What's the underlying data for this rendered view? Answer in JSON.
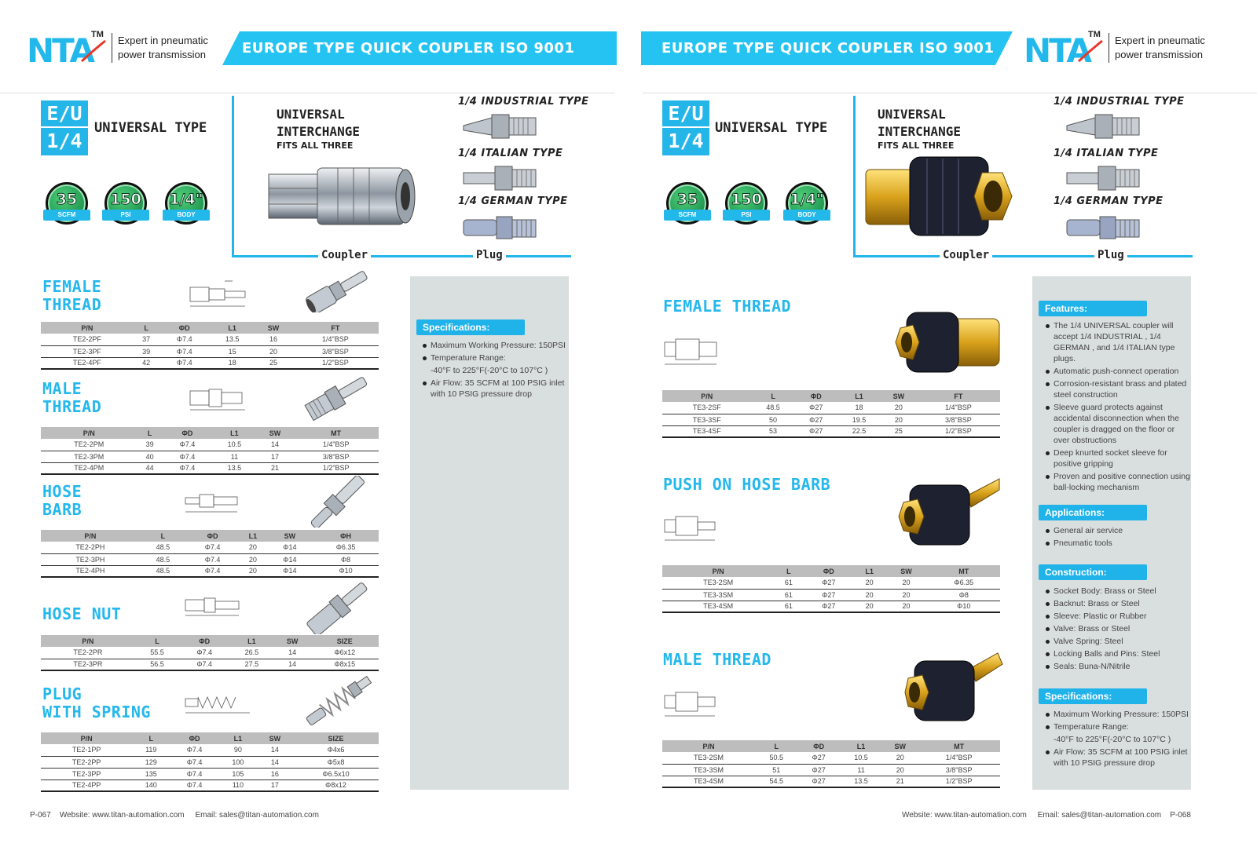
{
  "header": {
    "brand": "NTA",
    "tm": "TM",
    "tagline1": "Expert in pneumatic",
    "tagline2": "power transmission",
    "banner_left": "EUROPE TYPE QUICK COUPLER  ISO 9001",
    "banner_right": "EUROPE TYPE QUICK COUPLER  ISO 9001"
  },
  "colors": {
    "accent": "#24b8ec",
    "panel": "#d9dede",
    "header_gray": "#bdbdbd",
    "badge_green": "#1e9c4f"
  },
  "top": {
    "eu_line1": "E/U",
    "eu_line2": "1/4",
    "universal_type": "UNIVERSAL TYPE",
    "badges": [
      {
        "value": "35",
        "label": "SCFM"
      },
      {
        "value": "150",
        "label": "PSI"
      },
      {
        "value": "1/4\"",
        "label": "BODY"
      }
    ],
    "interchange1": "UNIVERSAL",
    "interchange2": "INTERCHANGE",
    "fits": "FITS ALL THREE",
    "types": [
      "1/4 INDUSTRIAL TYPE",
      "1/4 ITALIAN TYPE",
      "1/4 GERMAN TYPE"
    ],
    "coupler_label": "Coupler",
    "plug_label": "Plug"
  },
  "left": {
    "sections": [
      {
        "title1": "FEMALE",
        "title2": "THREAD",
        "headers": [
          "P/N",
          "L",
          "ΦD",
          "L1",
          "SW",
          "FT"
        ],
        "rows": [
          [
            "TE2-2PF",
            "37",
            "Φ7.4",
            "13.5",
            "16",
            "1/4\"BSP"
          ],
          [
            "TE2-3PF",
            "39",
            "Φ7.4",
            "15",
            "20",
            "3/8\"BSP"
          ],
          [
            "TE2-4PF",
            "42",
            "Φ7.4",
            "18",
            "25",
            "1/2\"BSP"
          ]
        ]
      },
      {
        "title1": "MALE",
        "title2": "THREAD",
        "headers": [
          "P/N",
          "L",
          "ΦD",
          "L1",
          "SW",
          "MT"
        ],
        "rows": [
          [
            "TE2-2PM",
            "39",
            "Φ7.4",
            "10.5",
            "14",
            "1/4\"BSP"
          ],
          [
            "TE2-3PM",
            "40",
            "Φ7.4",
            "11",
            "17",
            "3/8\"BSP"
          ],
          [
            "TE2-4PM",
            "44",
            "Φ7.4",
            "13.5",
            "21",
            "1/2\"BSP"
          ]
        ]
      },
      {
        "title1": "HOSE",
        "title2": "BARB",
        "headers": [
          "P/N",
          "L",
          "ΦD",
          "L1",
          "SW",
          "ΦH"
        ],
        "rows": [
          [
            "TE2-2PH",
            "48.5",
            "Φ7.4",
            "20",
            "Φ14",
            "Φ6.35"
          ],
          [
            "TE2-3PH",
            "48.5",
            "Φ7.4",
            "20",
            "Φ14",
            "Φ8"
          ],
          [
            "TE2-4PH",
            "48.5",
            "Φ7.4",
            "20",
            "Φ14",
            "Φ10"
          ]
        ]
      },
      {
        "title1": "HOSE NUT",
        "title2": "",
        "headers": [
          "P/N",
          "L",
          "ΦD",
          "L1",
          "SW",
          "SIZE"
        ],
        "rows": [
          [
            "TE2-2PR",
            "55.5",
            "Φ7.4",
            "26.5",
            "14",
            "Φ6x12"
          ],
          [
            "TE2-3PR",
            "56.5",
            "Φ7.4",
            "27.5",
            "14",
            "Φ8x15"
          ]
        ]
      },
      {
        "title1": "PLUG",
        "title2": "WITH SPRING",
        "headers": [
          "P/N",
          "L",
          "ΦD",
          "L1",
          "SW",
          "SIZE"
        ],
        "rows": [
          [
            "TE2-1PP",
            "119",
            "Φ7.4",
            "90",
            "14",
            "Φ4x6"
          ],
          [
            "TE2-2PP",
            "129",
            "Φ7.4",
            "100",
            "14",
            "Φ5x8"
          ],
          [
            "TE2-3PP",
            "135",
            "Φ7.4",
            "105",
            "16",
            "Φ6.5x10"
          ],
          [
            "TE2-4PP",
            "140",
            "Φ7.4",
            "110",
            "17",
            "Φ8x12"
          ]
        ]
      }
    ],
    "spec_title": "Specifications:",
    "spec_items": [
      {
        "text": "Maximum Working Pressure: 150PSI",
        "bullet": true
      },
      {
        "text": "Temperature Range:",
        "bullet": true
      },
      {
        "text": "-40°F to 225°F(-20°C to 107°C )",
        "bullet": false
      },
      {
        "text": "Air Flow: 35 SCFM at 100 PSIG inlet with 10 PSIG pressure drop",
        "bullet": true
      }
    ]
  },
  "right": {
    "sections": [
      {
        "title": "FEMALE THREAD",
        "headers": [
          "P/N",
          "L",
          "ΦD",
          "L1",
          "SW",
          "FT"
        ],
        "rows": [
          [
            "TE3-2SF",
            "48.5",
            "Φ27",
            "18",
            "20",
            "1/4\"BSP"
          ],
          [
            "TE3-3SF",
            "50",
            "Φ27",
            "19.5",
            "20",
            "3/8\"BSP"
          ],
          [
            "TE3-4SF",
            "53",
            "Φ27",
            "22.5",
            "25",
            "1/2\"BSP"
          ]
        ]
      },
      {
        "title": "PUSH ON HOSE BARB",
        "headers": [
          "P/N",
          "L",
          "ΦD",
          "L1",
          "SW",
          "MT"
        ],
        "rows": [
          [
            "TE3-2SM",
            "61",
            "Φ27",
            "20",
            "20",
            "Φ6.35"
          ],
          [
            "TE3-3SM",
            "61",
            "Φ27",
            "20",
            "20",
            "Φ8"
          ],
          [
            "TE3-4SM",
            "61",
            "Φ27",
            "20",
            "20",
            "Φ10"
          ]
        ]
      },
      {
        "title": "MALE THREAD",
        "headers": [
          "P/N",
          "L",
          "ΦD",
          "L1",
          "SW",
          "MT"
        ],
        "rows": [
          [
            "TE3-2SM",
            "50.5",
            "Φ27",
            "10.5",
            "20",
            "1/4\"BSP"
          ],
          [
            "TE3-3SM",
            "51",
            "Φ27",
            "11",
            "20",
            "3/8\"BSP"
          ],
          [
            "TE3-4SM",
            "54.5",
            "Φ27",
            "13.5",
            "21",
            "1/2\"BSP"
          ]
        ]
      }
    ],
    "features_title": "Features:",
    "features": [
      "The 1/4 UNIVERSAL coupler will accept 1/4 INDUSTRIAL , 1/4 GERMAN , and 1/4 ITALIAN type plugs.",
      "Automatic push-connect operation",
      "Corrosion-resistant brass and plated steel construction",
      "Sleeve guard protects against accidental disconnection when the coupler is dragged on the floor or over obstructions",
      "Deep knurted socket sleeve for positive gripping",
      "Proven and positive connection using ball-locking mechanism"
    ],
    "applications_title": "Applications:",
    "applications": [
      "General air service",
      "Pneumatic tools"
    ],
    "construction_title": "Construction:",
    "construction": [
      "Socket Body: Brass or Steel",
      "Backnut: Brass or Steel",
      "Sleeve: Plastic or Rubber",
      "Valve: Brass or Steel",
      "Valve Spring: Steel",
      "Locking Balls and Pins: Steel",
      "Seals: Buna-N/Nitrile"
    ],
    "spec_title": "Specifications:",
    "spec_items": [
      {
        "text": "Maximum Working Pressure: 150PSI",
        "bullet": true
      },
      {
        "text": "Temperature Range:",
        "bullet": true
      },
      {
        "text": "-40°F to 225°F(-20°C to 107°C )",
        "bullet": false
      },
      {
        "text": "Air Flow: 35 SCFM at 100 PSIG inlet with 10 PSIG pressure drop",
        "bullet": true
      }
    ]
  },
  "footer": {
    "left_page": "P-067",
    "left_web": "Website: www.titan-automation.com",
    "left_email": "Email: sales@titan-automation.com",
    "right_web": "Website: www.titan-automation.com",
    "right_email": "Email: sales@titan-automation.com",
    "right_page": "P-068"
  }
}
